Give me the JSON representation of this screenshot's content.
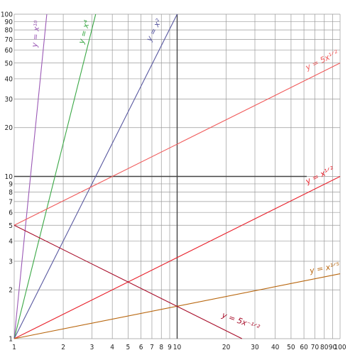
{
  "chart_data": {
    "type": "line",
    "title": "",
    "xlabel": "",
    "ylabel": "",
    "x_scale": "log",
    "y_scale": "log",
    "xlim": [
      1,
      100
    ],
    "ylim": [
      1,
      100
    ],
    "grid": true,
    "x_ticks": [
      1,
      2,
      3,
      4,
      5,
      6,
      7,
      8,
      9,
      10,
      20,
      30,
      40,
      50,
      60,
      70,
      80,
      90,
      100
    ],
    "y_ticks": [
      1,
      2,
      3,
      4,
      5,
      6,
      7,
      8,
      9,
      10,
      20,
      30,
      40,
      50,
      60,
      70,
      80,
      90,
      100
    ],
    "x_tick_labels": [
      "1",
      "2",
      "3",
      "4",
      "5",
      "6",
      "7",
      "8",
      "9",
      "10",
      "20",
      "30",
      "40",
      "50",
      "60",
      "70",
      "80",
      "90",
      "100"
    ],
    "y_tick_labels": [
      "1",
      "2",
      "3",
      "4",
      "5",
      "6",
      "7",
      "8",
      "9",
      "10",
      "20",
      "30",
      "40",
      "50",
      "60",
      "70",
      "80",
      "90",
      "100"
    ],
    "reference_lines": [
      {
        "axis": "x",
        "value": 10
      },
      {
        "axis": "y",
        "value": 10
      }
    ],
    "series": [
      {
        "name": "y = x^10",
        "label": "y = x¹⁰",
        "coef": 1,
        "exponent": 10,
        "color": "#9b59b6",
        "x": [
          1,
          1.585
        ],
        "y": [
          1,
          100
        ]
      },
      {
        "name": "y = x^4",
        "label": "y = x⁴",
        "coef": 1,
        "exponent": 4,
        "color": "#3aa845",
        "x": [
          1,
          3.162
        ],
        "y": [
          1,
          100
        ]
      },
      {
        "name": "y = x^2",
        "label": "y = x²",
        "coef": 1,
        "exponent": 2,
        "color": "#5858a0",
        "x": [
          1,
          10
        ],
        "y": [
          1,
          100
        ]
      },
      {
        "name": "y = 5x^1/2",
        "label": "y = 5x¹ᐟ²",
        "coef": 5,
        "exponent": 0.5,
        "color": "#f05a5a",
        "x": [
          1,
          100
        ],
        "y": [
          5,
          50
        ]
      },
      {
        "name": "y = x^1/2",
        "label": "y = x¹ᐟ²",
        "coef": 1,
        "exponent": 0.5,
        "color": "#e8202a",
        "x": [
          1,
          100
        ],
        "y": [
          1,
          10
        ]
      },
      {
        "name": "y = x^1/5",
        "label": "y = x¹ᐟ⁵",
        "coef": 1,
        "exponent": 0.2,
        "color": "#b8660e",
        "x": [
          1,
          100
        ],
        "y": [
          1,
          2.512
        ]
      },
      {
        "name": "y = 5x^-1/2",
        "label": "y = 5x⁻¹ᐟ²",
        "coef": 5,
        "exponent": -0.5,
        "color": "#a80e2a",
        "x": [
          1,
          25
        ],
        "y": [
          5,
          1
        ]
      }
    ]
  }
}
